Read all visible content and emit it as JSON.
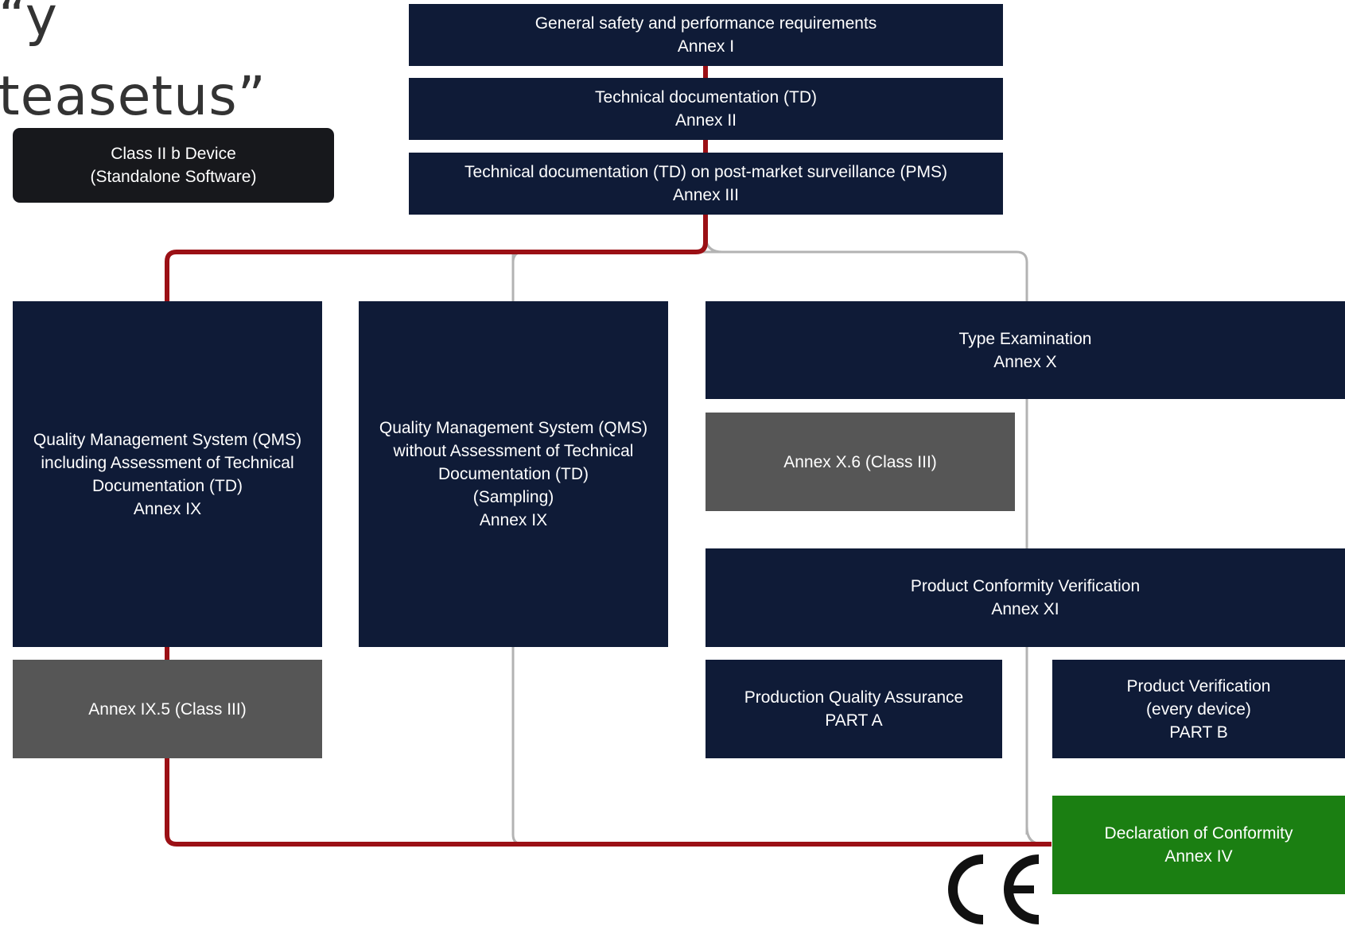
{
  "header": {
    "title": "“y\nteasetus”"
  },
  "device_class": {
    "label": "Class II b Device\n(Standalone Software)"
  },
  "requirements": [
    {
      "label": "General safety and performance requirements\nAnnex I"
    },
    {
      "label": "Technical documentation (TD)\nAnnex II"
    },
    {
      "label": "Technical documentation (TD) on post-market surveillance (PMS)\nAnnex III"
    }
  ],
  "routes": {
    "qms_full": "Quality Management System (QMS)\nincluding Assessment of Technical\nDocumentation (TD)\nAnnex IX",
    "qms_class3": "Annex IX.5 (Class III)",
    "qms_sampling": "Quality Management System (QMS)\nwithout Assessment of Technical\nDocumentation (TD)\n(Sampling)\nAnnex IX",
    "type_exam": "Type Examination\nAnnex X",
    "type_exam_class3": "Annex X.6 (Class III)",
    "product_conformity": "Product Conformity Verification\nAnnex XI",
    "part_a": "Production Quality Assurance\nPART A",
    "part_b": "Product Verification\n(every device)\nPART B"
  },
  "declaration": {
    "label": "Declaration of Conformity\nAnnex IV"
  },
  "ce_mark": {
    "icon": "ce-mark-icon"
  },
  "colors": {
    "box_navy": "#0f1b37",
    "box_grey": "#565656",
    "box_green": "#1b7f12",
    "box_black": "#17181c",
    "path_selected": "#9b1015",
    "path_other": "#b3b3b3"
  }
}
